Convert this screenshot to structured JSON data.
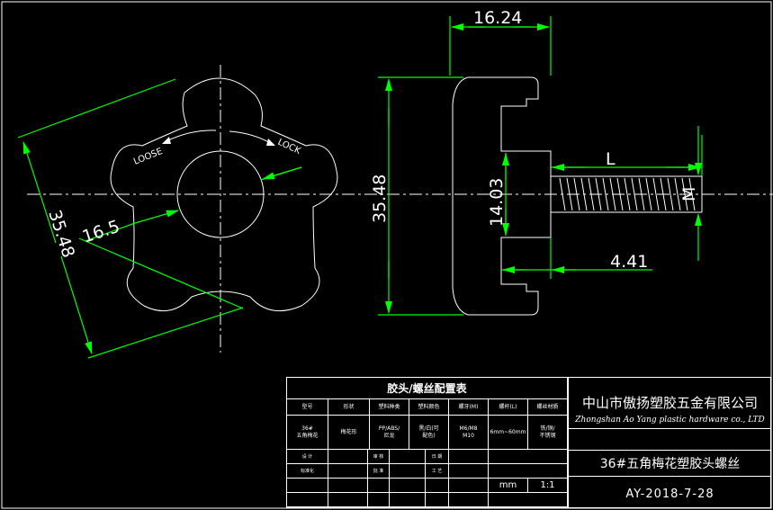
{
  "dimensions": {
    "head_width": "16.24",
    "hole_diameter": "16.5",
    "knob_diagonal": "35.48",
    "head_height": "35.48",
    "hub_height": "14.03",
    "thread_length": "L",
    "shoulder": "4.41",
    "thread_size": "M"
  },
  "knob_labels": {
    "loose": "LOOSE",
    "lock": "LOCK"
  },
  "title_block": {
    "table_title": "胶头/螺丝配置表",
    "headers": [
      "型号",
      "形状",
      "塑料种类",
      "塑料颜色",
      "螺牙(M)",
      "螺杆(L)",
      "螺丝材质"
    ],
    "row": [
      "36#\n五角梅花",
      "梅花形",
      "PP/ABS/\n尼龙",
      "黑/白(可\n配色)",
      "M6/M8\nM10",
      "6mm~60mm",
      "铁/铜/\n不锈钢"
    ],
    "sign_labels": [
      "设 计",
      "审 核",
      "日 期",
      "标准化",
      "批 准",
      "工 艺"
    ],
    "unit": "mm",
    "scale": "1:1",
    "company_cn": "中山市傲扬塑胶五金有限公司",
    "company_en": "Zhongshan Ao Yang plastic hardware co., LTD",
    "product_name": "36#五角梅花塑胶头螺丝",
    "drawing_no": "AY-2018-7-28"
  }
}
